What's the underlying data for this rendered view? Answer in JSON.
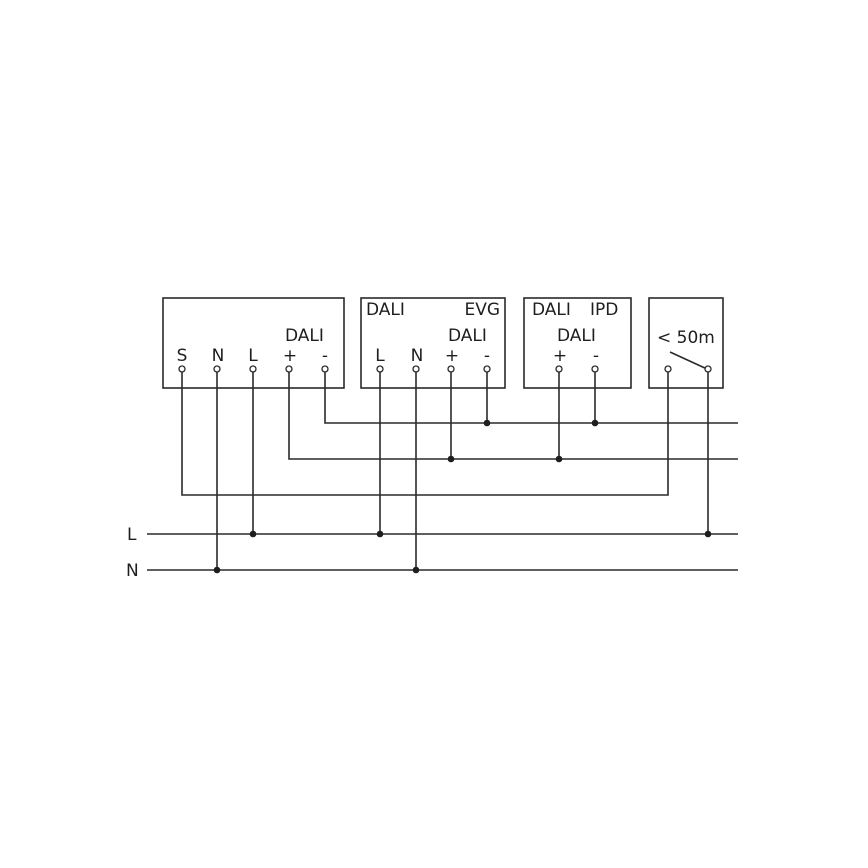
{
  "diagram": {
    "type": "wiring-schematic",
    "bus_labels": {
      "L": "L",
      "N": "N"
    },
    "devices": [
      {
        "id": "controller",
        "title_left": "",
        "title_right": "",
        "group_label": "DALI",
        "terminals": [
          "S",
          "N",
          "L",
          "+",
          "-"
        ]
      },
      {
        "id": "evg",
        "title_left": "DALI",
        "title_right": "EVG",
        "group_label": "DALI",
        "terminals": [
          "L",
          "N",
          "+",
          "-"
        ]
      },
      {
        "id": "ipd",
        "title_left": "DALI",
        "title_right": "IPD",
        "group_label": "DALI",
        "terminals": [
          "+",
          "-"
        ]
      },
      {
        "id": "switch",
        "title_left": "",
        "title_right": "",
        "group_label": "< 50m",
        "terminals": [
          "",
          ""
        ]
      }
    ],
    "colors": {
      "line": "#2a2a2a",
      "background": "#ffffff"
    }
  }
}
